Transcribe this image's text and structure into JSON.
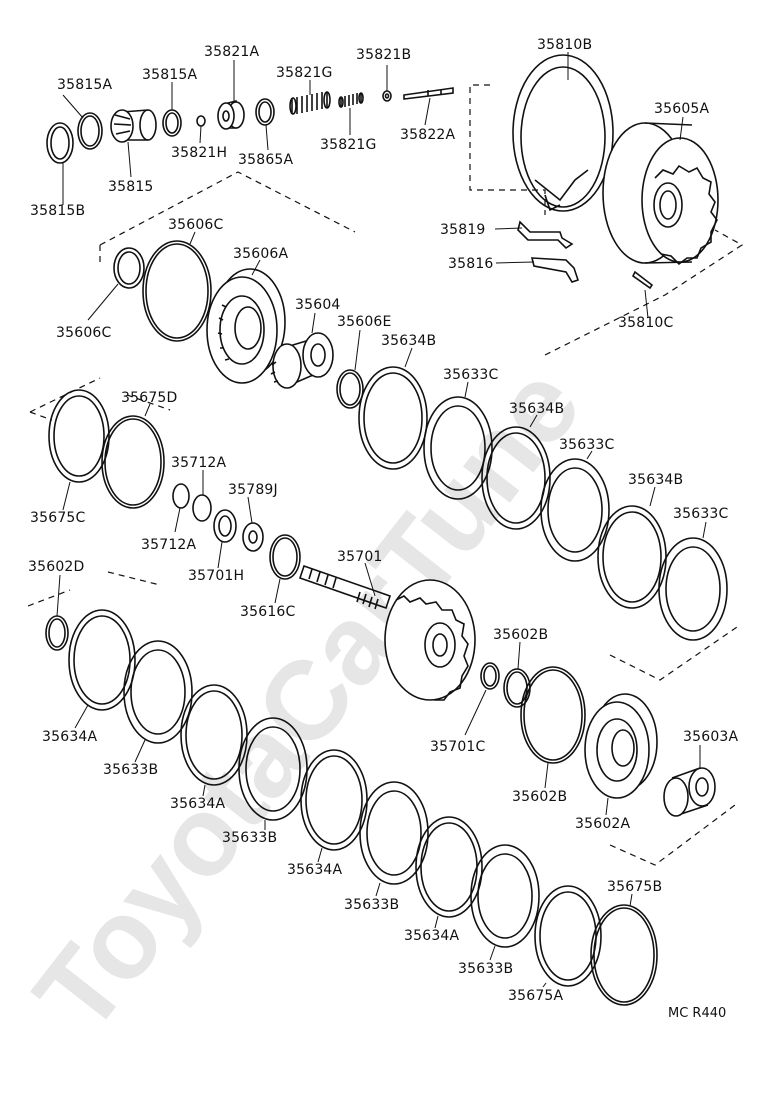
{
  "watermark": "ToyotaCarTune",
  "reference": "MC R440",
  "labels": {
    "p35815A_a": "35815A",
    "p35815A_b": "35815A",
    "p35821A": "35821A",
    "p35821B": "35821B",
    "p35810B": "35810B",
    "p35821G_a": "35821G",
    "p35821G_b": "35821G",
    "p35821H": "35821H",
    "p35865A": "35865A",
    "p35822A": "35822A",
    "p35605A": "35605A",
    "p35815": "35815",
    "p35815B": "35815B",
    "p35819": "35819",
    "p35816": "35816",
    "p35810C": "35810C",
    "p35606C_a": "35606C",
    "p35606A": "35606A",
    "p35606C_b": "35606C",
    "p35604": "35604",
    "p35606E": "35606E",
    "p35634B_a": "35634B",
    "p35633C_a": "35633C",
    "p35675D": "35675D",
    "p35634B_b": "35634B",
    "p35712A_a": "35712A",
    "p35633C_b": "35633C",
    "p35789J": "35789J",
    "p35634B_c": "35634B",
    "p35675C": "35675C",
    "p35633C_c": "35633C",
    "p35712A_b": "35712A",
    "p35701H": "35701H",
    "p35602D": "35602D",
    "p35701": "35701",
    "p35616C": "35616C",
    "p35602B_a": "35602B",
    "p35634A_a": "35634A",
    "p35603A": "35603A",
    "p35701C": "35701C",
    "p35633B_a": "35633B",
    "p35602B_b": "35602B",
    "p35634A_b": "35634A",
    "p35602A": "35602A",
    "p35633B_b": "35633B",
    "p35634A_c": "35634A",
    "p35633B_c": "35633B",
    "p35634A_d": "35634A",
    "p35675B": "35675B",
    "p35633B_d": "35633B",
    "p35675A": "35675A"
  }
}
